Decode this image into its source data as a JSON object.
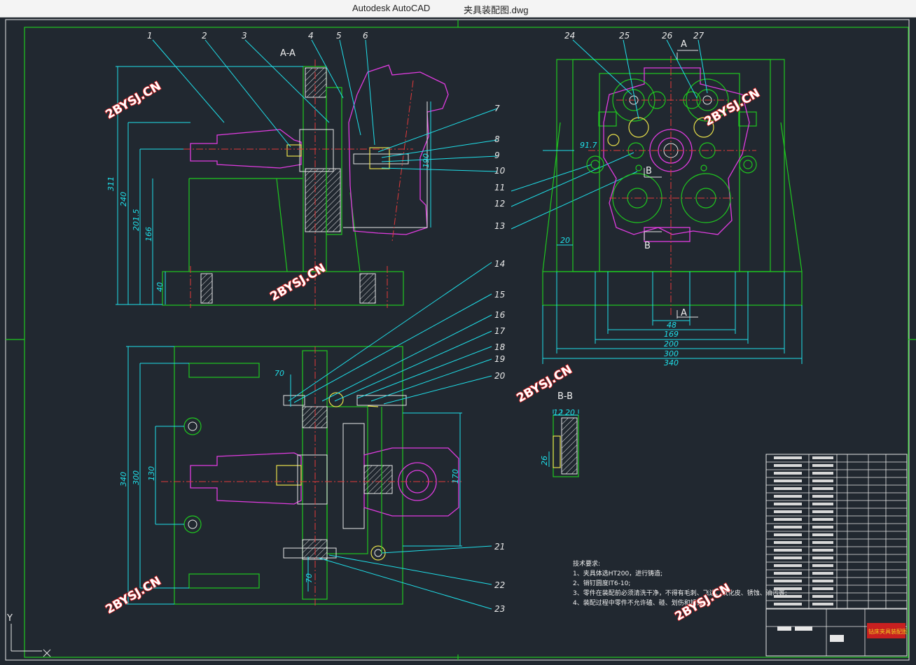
{
  "titlebar": {
    "app": "Autodesk AutoCAD",
    "document": "夹具装配图.dwg"
  },
  "section_labels": {
    "aa": "A-A",
    "bb": "B-B",
    "a_mark": "A",
    "b_mark": "B"
  },
  "part_numbers": [
    "1",
    "2",
    "3",
    "4",
    "5",
    "6",
    "7",
    "8",
    "9",
    "10",
    "11",
    "12",
    "13",
    "14",
    "15",
    "16",
    "17",
    "18",
    "19",
    "20",
    "21",
    "22",
    "23",
    "24",
    "25",
    "26",
    "27"
  ],
  "dimensions": {
    "d311": "311",
    "d240": "240",
    "d2015": "201.5",
    "d166": "166",
    "d40": "40",
    "d190": "190",
    "d917": "91.7",
    "d20": "20",
    "d48": "48",
    "d169": "169",
    "d200": "200",
    "d300": "300",
    "d340w": "340",
    "d340h": "340",
    "d300h": "300",
    "d130": "130",
    "d170": "170",
    "d70a": "70",
    "d70b": "70",
    "d12": "12",
    "d20b": "20",
    "d26": "26"
  },
  "watermark": "2BYSJ.CN",
  "notes": {
    "title": "技术要求:",
    "lines": [
      "1、夹具体选HT200，进行铸造;",
      "2、销钉圆度IT6-10;",
      "3、零件在装配前必须清洗干净，不得有毛刺、飞边、氧化皮、锈蚀、油污等;",
      "4、装配过程中零件不允许磕、碰、划伤和锈蚀。"
    ]
  },
  "titleblock_name": "钻床夹具装配图",
  "ucs": {
    "y": "Y"
  },
  "colors": {
    "background": "#212830",
    "outline": "#1fc81f",
    "dimension": "#1fe0ea",
    "center": "#e23a3a",
    "part": "#e03ce0",
    "hatch": "#e8e8e8"
  }
}
